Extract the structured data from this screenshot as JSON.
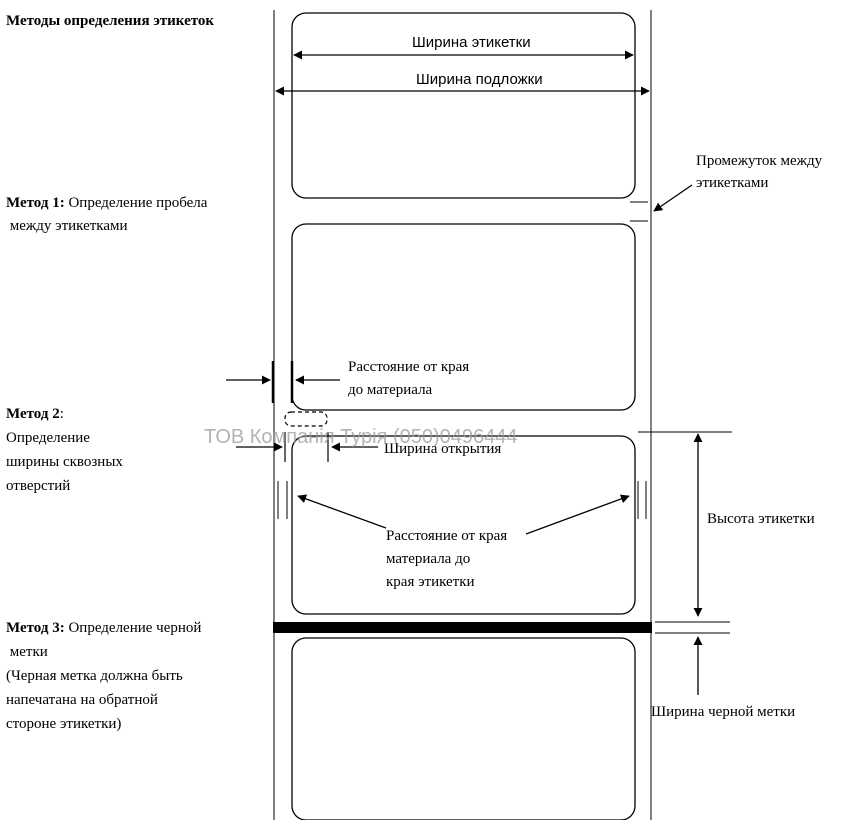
{
  "title": "Методы определения этикеток",
  "top_dims": {
    "label_width": "Ширина этикетки",
    "liner_width": "Ширина подложки"
  },
  "gap_callout": {
    "line1": "Промежуток между",
    "line2": "этикетками"
  },
  "method1": {
    "prefix": "Метод 1:",
    "line1_rest": " Определение пробела",
    "line2": " между этикетками"
  },
  "edge_distance": {
    "line1": "Расстояние от края",
    "line2": "до материала"
  },
  "method2": {
    "prefix": "Метод 2",
    "colon": ":",
    "line2": "Определение",
    "line3": "ширины сквозных",
    "line4": "отверстий"
  },
  "watermark": "ТОВ Компанія Турія (050)0496444",
  "opening_width": "Ширина открытия",
  "label_edge_distance": {
    "line1": "Расстояние от края",
    "line2": "материала до",
    "line3": "края этикетки"
  },
  "label_height": "Высота этикетки",
  "method3": {
    "prefix": "Метод 3:",
    "line1_rest": " Определение черной",
    "line2": " метки",
    "line3": "(Черная метка должна быть",
    "line4": "напечатана на обратной",
    "line5": "стороне этикетки)"
  },
  "black_mark_width": "Ширина черной метки",
  "colors": {
    "ink": "#000000",
    "watermark": "#9a9a9a",
    "background": "#ffffff"
  }
}
